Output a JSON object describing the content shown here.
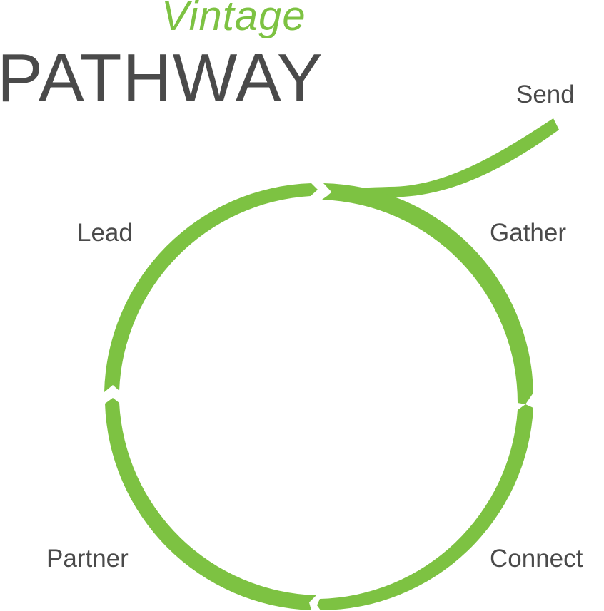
{
  "header": {
    "script_title": "Vintage",
    "main_title": "PATHWAY"
  },
  "stages": {
    "send": "Send",
    "gather": "Gather",
    "connect": "Connect",
    "partner": "Partner",
    "lead": "Lead"
  },
  "colors": {
    "accent": "#7dc242",
    "text": "#4a4a4a",
    "background": "#ffffff"
  }
}
